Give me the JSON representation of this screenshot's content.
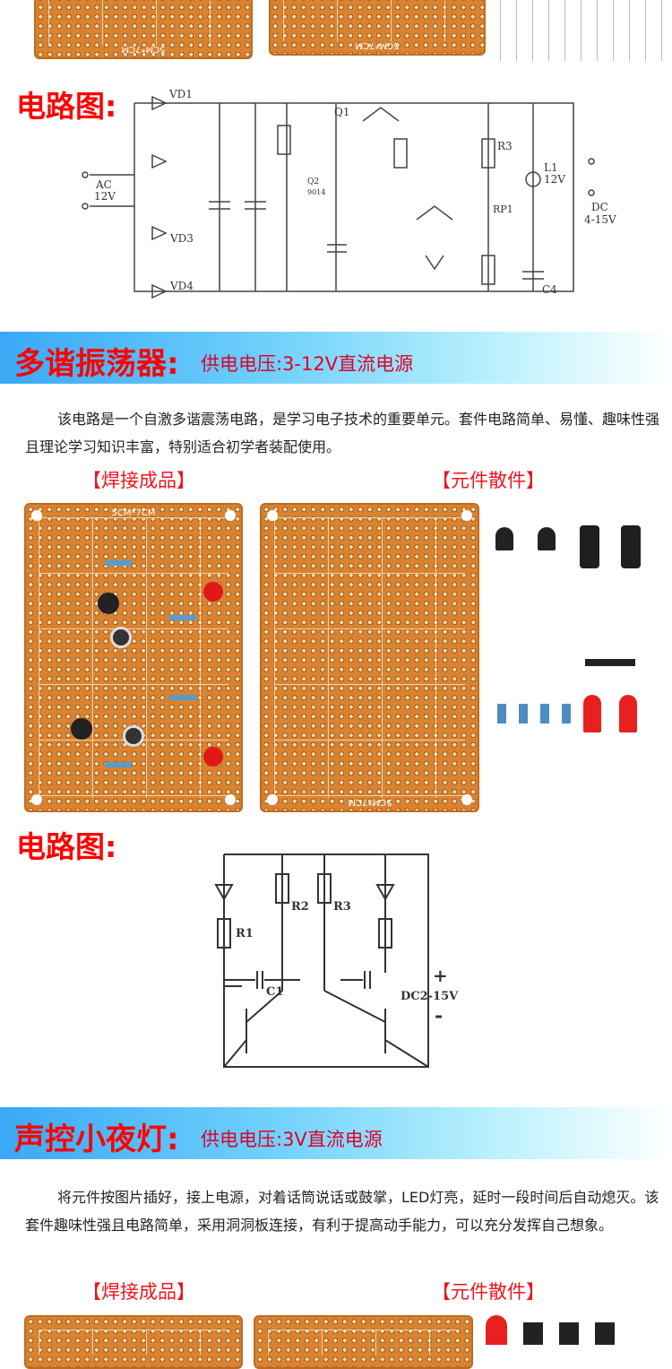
{
  "top_images": {
    "board_label": "5CM*7CM"
  },
  "section1": {
    "circuit_heading": "电路图:",
    "circuit_labels": {
      "vd1": "VD1",
      "vd3": "VD3",
      "vd4": "VD4",
      "q1": "Q1",
      "q2": "Q2",
      "q2_part": "9014",
      "r3": "R3",
      "rp1": "RP1",
      "l1": "L1",
      "l1_v": "12V",
      "ac": "AC",
      "ac_v": "12V",
      "dc": "DC",
      "dc_v": "4-15V",
      "c4": "C4"
    }
  },
  "section2": {
    "title": "多谐振荡器:",
    "subtitle": "供电电压:3-12V直流电源",
    "description": "该电路是一个自激多谐震荡电路，是学习电子技术的重要单元。套件电路简单、易懂、趣味性强且理论学习知识丰富，特别适合初学者装配使用。",
    "label_finished": "【焊接成品】",
    "label_parts": "【元件散件】",
    "board_label": "5CM*7CM",
    "circuit_heading": "电路图:",
    "circuit_labels": {
      "r1": "R1",
      "r2": "R2",
      "r3": "R3",
      "c1": "C1",
      "plus": "+",
      "minus": "-",
      "dc": "DC2-15V"
    }
  },
  "section3": {
    "title": "声控小夜灯:",
    "subtitle": "供电电压:3V直流电源",
    "description": "将元件按图片插好，接上电源，对着话筒说话或鼓掌，LED灯亮，延时一段时间后自动熄灭。该套件趣味性强且电路简单，采用洞洞板连接，有利于提高动手能力，可以充分发挥自己想象。",
    "label_finished": "【焊接成品】",
    "label_parts": "【元件散件】"
  },
  "colors": {
    "heading_red": "#ff0000",
    "banner_blue": "#3aa8f5",
    "pcb": "#d9822f"
  }
}
